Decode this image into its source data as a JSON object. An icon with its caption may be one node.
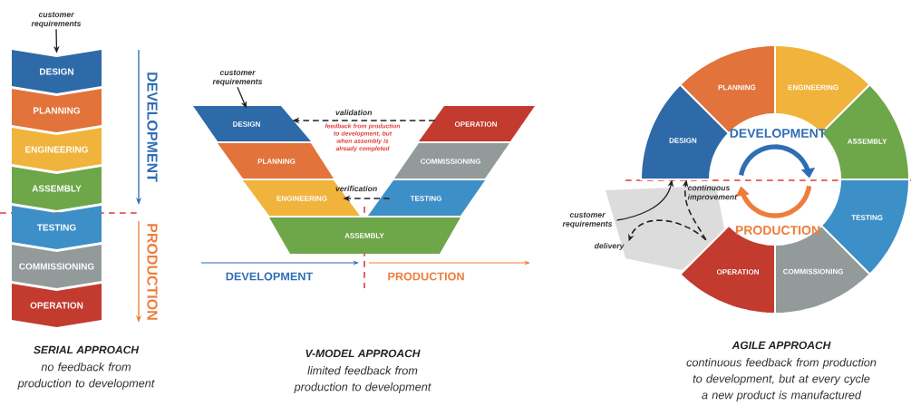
{
  "diagram": {
    "nodes": [
      {
        "text": [
          "customer requirements"
        ]
      },
      {
        "text": [
          "DESIGN"
        ]
      },
      {
        "text": [
          "PLANNING"
        ]
      },
      {
        "text": [
          "ENGINEERING"
        ]
      },
      {
        "text": [
          "ASSEMBLY"
        ]
      },
      {
        "text": [
          "TESTING"
        ]
      },
      {
        "text": [
          "COMMISSIONING"
        ]
      },
      {
        "text": [
          "OPERATION"
        ]
      },
      {
        "text": [
          "customer requirements"
        ]
      },
      {
        "text": [
          "DESIGN"
        ]
      },
      {
        "text": [
          "PLANNING"
        ]
      },
      {
        "text": [
          "ENGINEERING"
        ]
      },
      {
        "text": [
          "ASSEMBLY"
        ]
      },
      {
        "text": [
          "TESTING"
        ]
      },
      {
        "text": [
          "COMMISSIONING"
        ]
      },
      {
        "text": [
          "OPERATION"
        ]
      },
      {
        "text": [
          "DESIGN"
        ]
      },
      {
        "text": [
          "PLANNING"
        ]
      },
      {
        "text": [
          "ENGINEERING"
        ]
      },
      {
        "text": [
          "ASSEMBLY"
        ]
      },
      {
        "text": [
          "TESTING"
        ]
      },
      {
        "text": [
          "COMMISSIONING"
        ]
      },
      {
        "text": [
          "OPERATION"
        ]
      },
      {
        "text": [
          "customer requirements"
        ]
      },
      {
        "text": [
          "delivery"
        ]
      }
    ],
    "edges": [
      {
        "from": 0,
        "to": 1,
        "arrow": "to"
      },
      {
        "from": 8,
        "to": 9,
        "arrow": "to"
      },
      {
        "from": 15,
        "to": 9,
        "arrow": "to",
        "label": "validation",
        "style": "dashed"
      },
      {
        "from": 13,
        "to": 11,
        "arrow": "to",
        "label": "verification",
        "style": "dashed"
      },
      {
        "from": 23,
        "to": 16,
        "arrow": "to"
      },
      {
        "from": 22,
        "to": 16,
        "arrow": "to",
        "label": "continuous improvement",
        "style": "dashed"
      },
      {
        "from": 22,
        "to": 24,
        "arrow": "to",
        "style": "dashed"
      }
    ],
    "labels": [
      "DEVELOPMENT",
      "PRODUCTION",
      "feedback from production to development, but when assembly is already completed",
      "DEVELOPMENT",
      "PRODUCTION",
      "DEVELOPMENT",
      "PRODUCTION",
      "SERIAL APPROACH",
      "no feedback from production to development",
      "V-MODEL APPROACH",
      "limited feedback from production to development",
      "AGILE APPROACH",
      "continuous feedback from production to development, but at every cycle a new product is manufactured"
    ]
  }
}
